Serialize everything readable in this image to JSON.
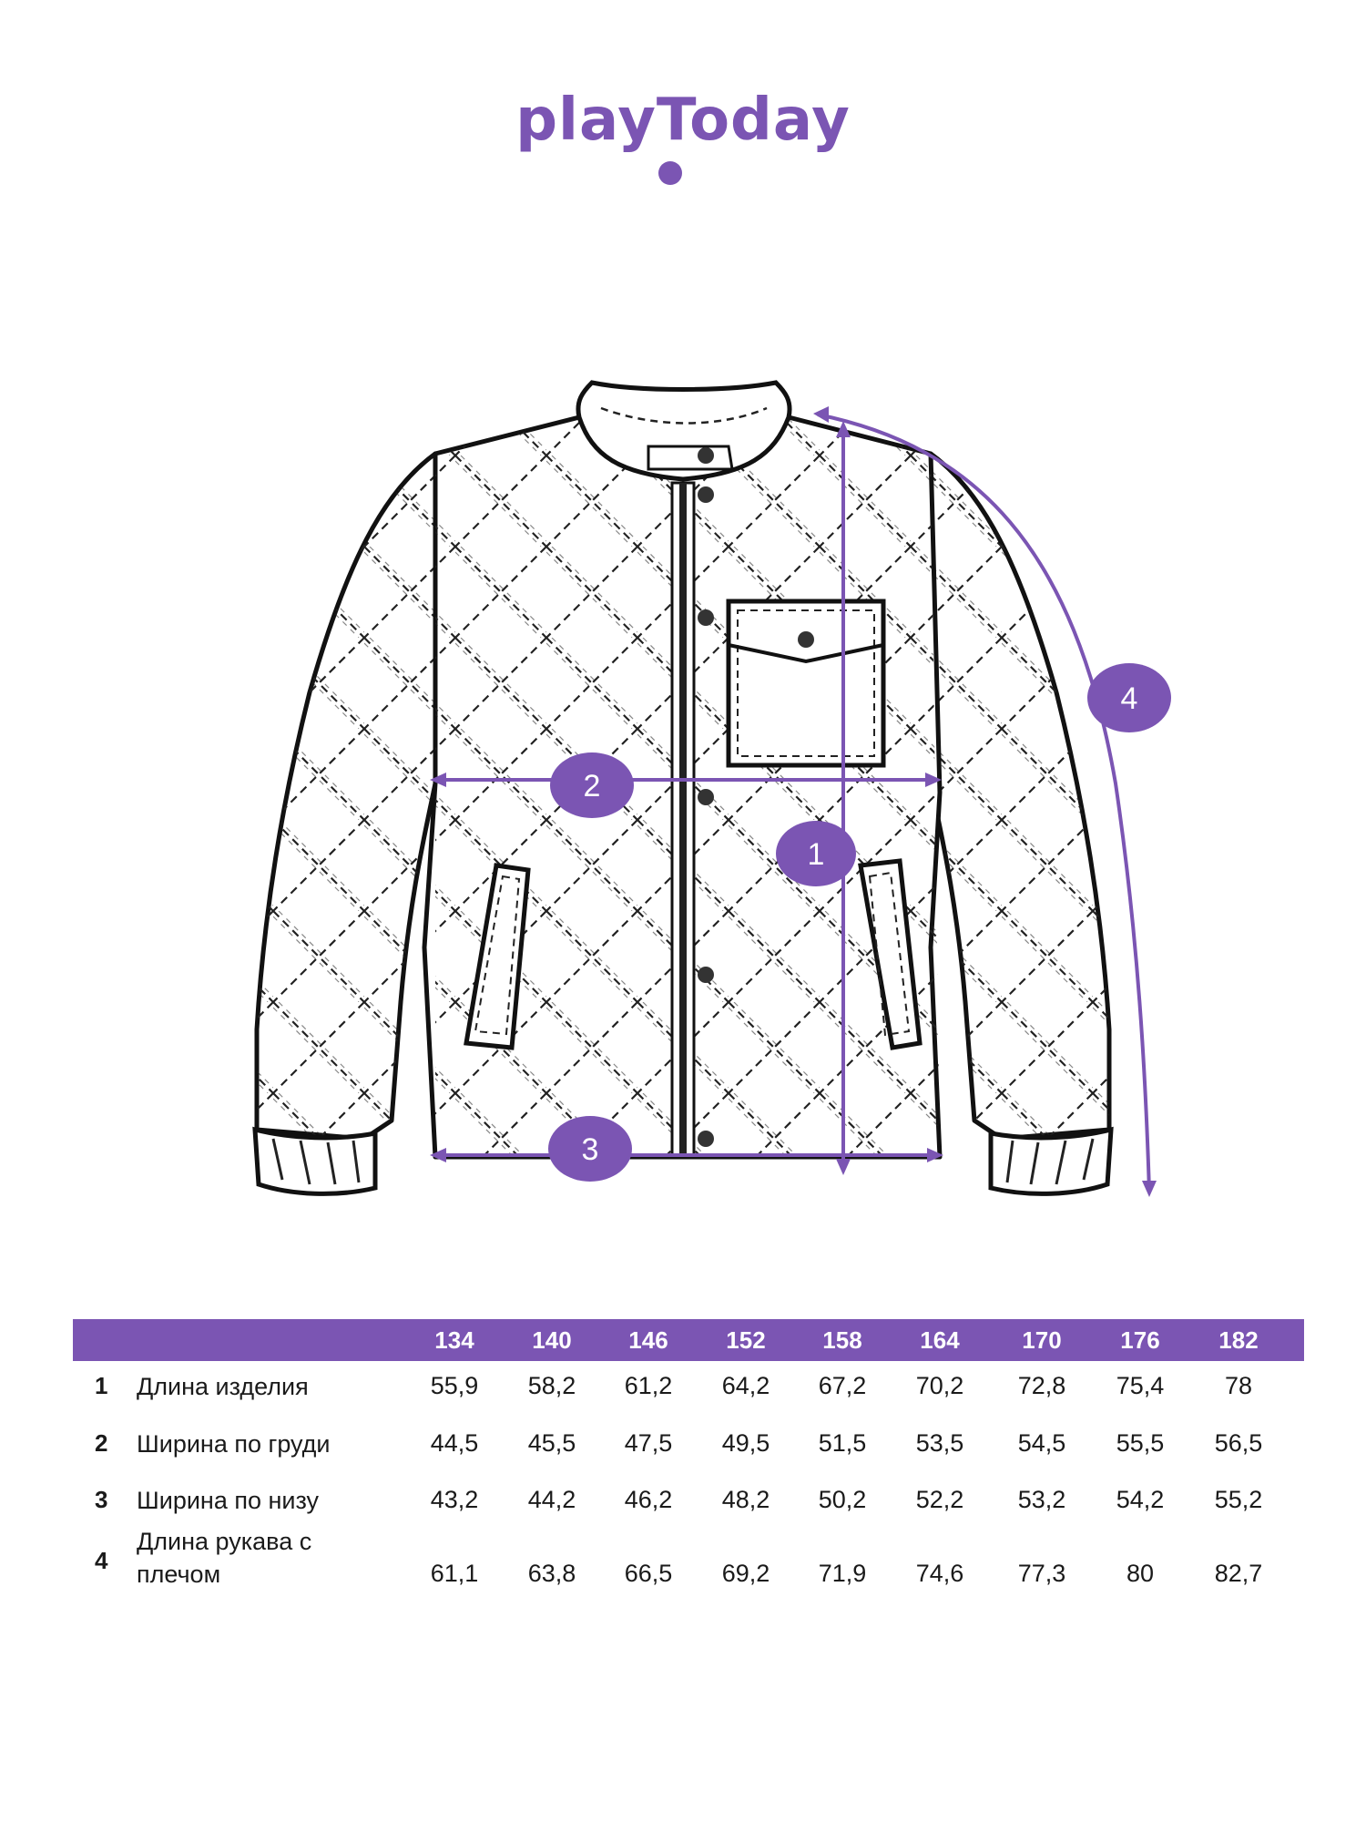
{
  "brand": {
    "logo_text": "playToday",
    "accent_color": "#7b55b3"
  },
  "diagram": {
    "markers": [
      {
        "id": "1",
        "label": "1"
      },
      {
        "id": "2",
        "label": "2"
      },
      {
        "id": "3",
        "label": "3"
      },
      {
        "id": "4",
        "label": "4"
      }
    ]
  },
  "size_table": {
    "sizes": [
      "134",
      "140",
      "146",
      "152",
      "158",
      "164",
      "170",
      "176",
      "182"
    ],
    "rows": [
      {
        "num": "1",
        "label": "Длина изделия",
        "values": [
          "55,9",
          "58,2",
          "61,2",
          "64,2",
          "67,2",
          "70,2",
          "72,8",
          "75,4",
          "78"
        ]
      },
      {
        "num": "2",
        "label": "Ширина по груди",
        "values": [
          "44,5",
          "45,5",
          "47,5",
          "49,5",
          "51,5",
          "53,5",
          "54,5",
          "55,5",
          "56,5"
        ]
      },
      {
        "num": "3",
        "label": "Ширина по низу",
        "values": [
          "43,2",
          "44,2",
          "46,2",
          "48,2",
          "50,2",
          "52,2",
          "53,2",
          "54,2",
          "55,2"
        ]
      },
      {
        "num": "4",
        "label_line1": "Длина рукава с",
        "label_line2": "плечом",
        "values": [
          "61,1",
          "63,8",
          "66,5",
          "69,2",
          "71,9",
          "74,6",
          "77,3",
          "80",
          "82,7"
        ]
      }
    ]
  }
}
